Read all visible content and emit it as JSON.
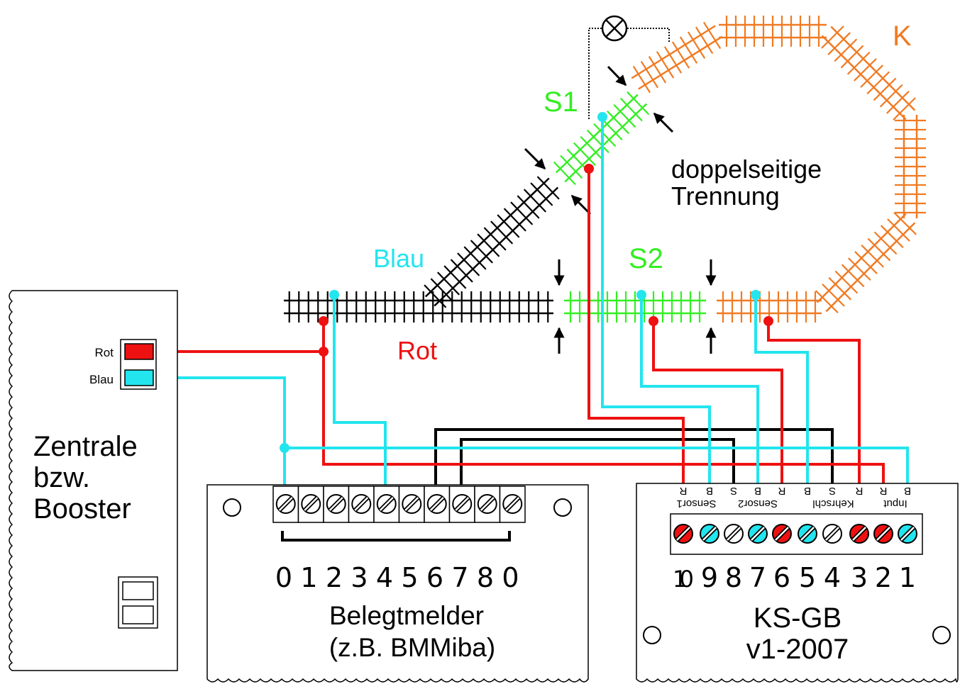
{
  "labels": {
    "s1": "S1",
    "s2": "S2",
    "k": "K",
    "blau": "Blau",
    "rot": "Rot",
    "trennung_line1": "doppelseitige",
    "trennung_line2": "Trennung"
  },
  "zentrale": {
    "title_line1": "Zentrale",
    "title_line2": "bzw.",
    "title_line3": "Booster",
    "port_rot": "Rot",
    "port_blau": "Blau"
  },
  "belegtmelder": {
    "title_line1": "Belegtmelder",
    "title_line2": "(z.B. BMMiba)",
    "numbers": [
      "0",
      "1",
      "2",
      "3",
      "4",
      "5",
      "6",
      "7",
      "8",
      "0"
    ]
  },
  "ksgb": {
    "title_line1": "KS-GB",
    "title_line2": "v1-2007",
    "numbers": [
      "10",
      "9",
      "8",
      "7",
      "6",
      "5",
      "4",
      "3",
      "2",
      "1"
    ],
    "letters": [
      "R",
      "B",
      "S",
      "B",
      "R",
      "B",
      "S",
      "R",
      "R",
      "B"
    ],
    "groups": [
      "Sensor1",
      "Sensor2",
      "Kehrschl",
      "Input"
    ]
  },
  "colors": {
    "red": "#ee1111",
    "cyan": "#22e5ee",
    "green": "#33ee22",
    "orange": "#f07a22",
    "black": "#000000"
  }
}
